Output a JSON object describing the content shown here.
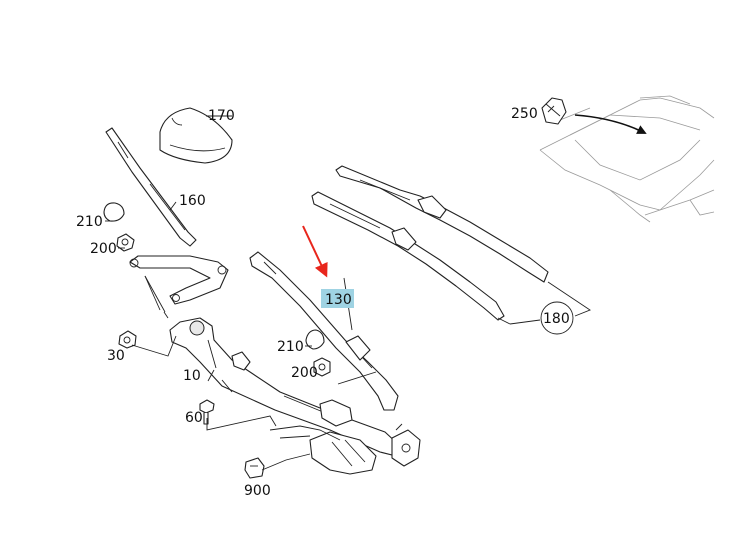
{
  "callouts": {
    "p170": "170",
    "p160": "160",
    "p210a": "210",
    "p200a": "200",
    "p30": "30",
    "p10": "10",
    "p60": "60",
    "p900": "900",
    "p210b": "210",
    "p200b": "200",
    "p130": "130",
    "p180": "180",
    "p250": "250"
  },
  "colors": {
    "highlight": "#9fd3e3",
    "pointer_arrow": "#e8261c"
  },
  "icons": [
    "red-pointer-arrow",
    "black-reference-arrow"
  ]
}
